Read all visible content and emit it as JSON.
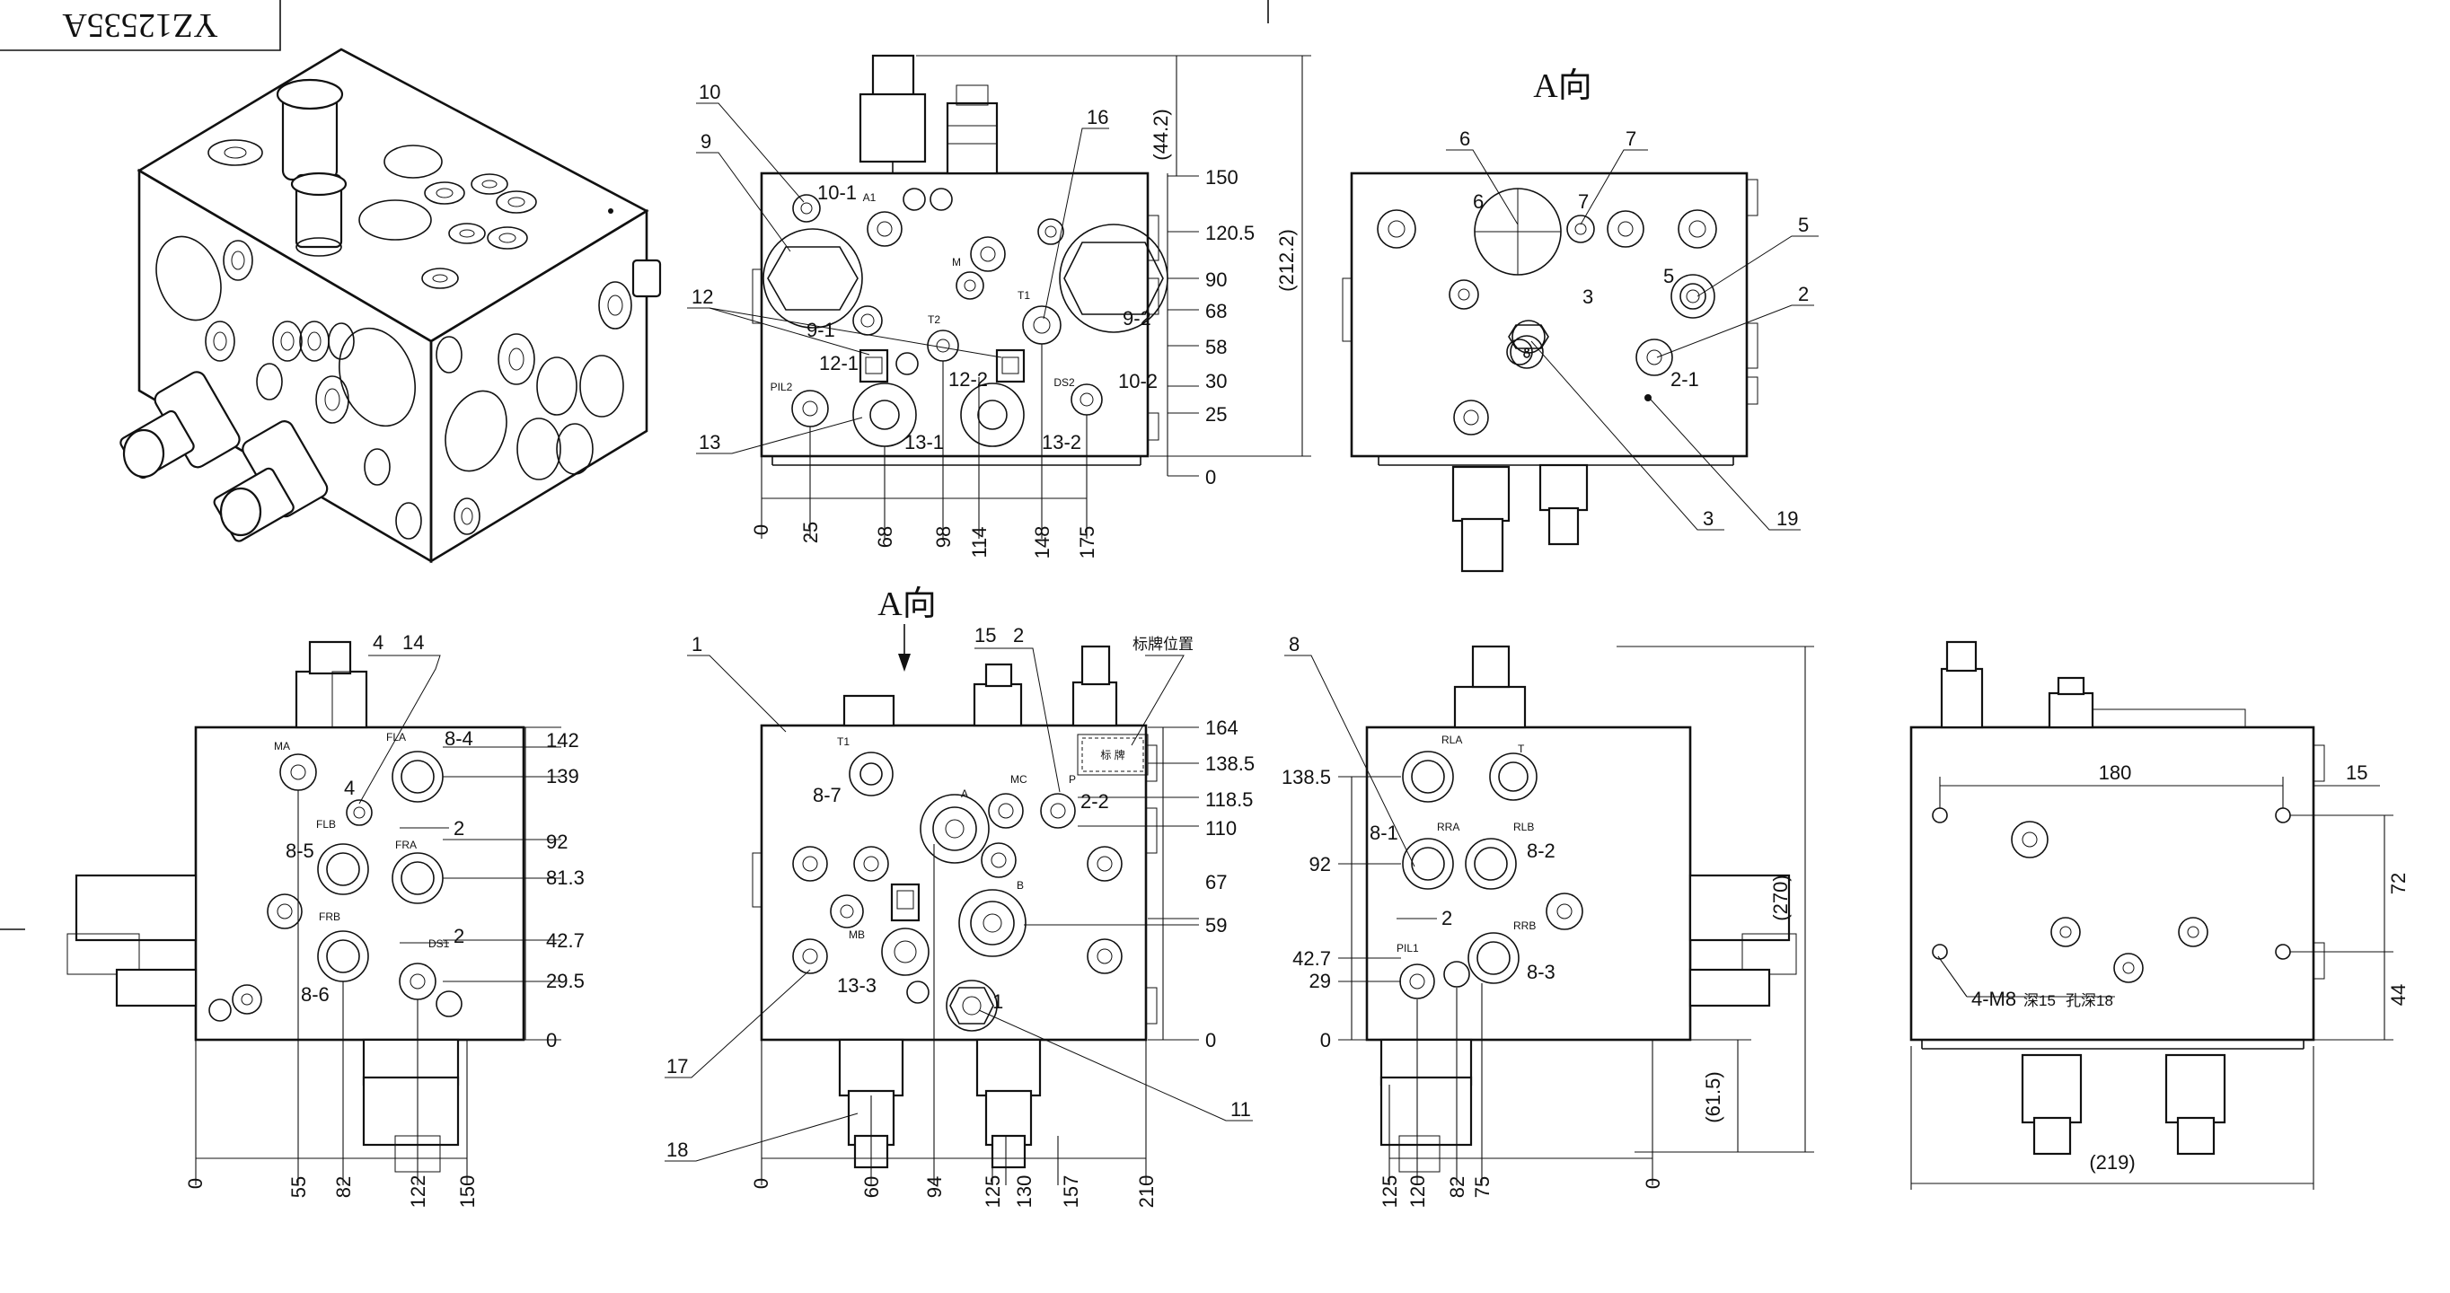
{
  "drawing_code": "YZ12535A",
  "view_a_label": "A向",
  "label_plate": "标牌位置",
  "plate_text": "标 牌",
  "hole_note_a": "4-M8",
  "hole_note_b": "深15",
  "hole_note_c": "孔深18",
  "front_top": {
    "callouts": [
      "10",
      "9",
      "12",
      "13",
      "16",
      "10-1",
      "9-1",
      "12-1",
      "13-1",
      "12-2",
      "13-2",
      "9-2",
      "10-2"
    ],
    "ports": [
      "A1",
      "M",
      "T1",
      "T2",
      "PIL2",
      "DS2"
    ],
    "v_dims": [
      "150",
      "120.5",
      "90",
      "68",
      "58",
      "30",
      "25",
      "0"
    ],
    "v_dims_paren": [
      "(44.2)",
      "(212.2)"
    ],
    "h_dims": [
      "0",
      "25",
      "68",
      "98",
      "114",
      "148",
      "175"
    ]
  },
  "side_top": {
    "callouts": [
      "6",
      "7",
      "5",
      "2",
      "3",
      "19",
      "6",
      "7",
      "5",
      "3",
      "2-1"
    ]
  },
  "left_view": {
    "callouts": [
      "4",
      "14",
      "8-4",
      "8-5",
      "8-6",
      "4"
    ],
    "ports": [
      "MA",
      "FLA",
      "FLB",
      "FRA",
      "FRB",
      "DS1"
    ],
    "v_dims": [
      "142",
      "139",
      "92",
      "81.3",
      "42.7",
      "29.5",
      "0"
    ],
    "small_dims": [
      "2",
      "2"
    ],
    "h_dims": [
      "0",
      "55",
      "82",
      "122",
      "150"
    ]
  },
  "front_view": {
    "callouts": [
      "1",
      "15",
      "2",
      "17",
      "18",
      "11",
      "8-7",
      "2-2",
      "13-3",
      "1"
    ],
    "ports": [
      "T1",
      "A",
      "MC",
      "P",
      "B",
      "MB"
    ],
    "v_dims": [
      "164",
      "138.5",
      "118.5",
      "110",
      "67",
      "59",
      "0"
    ],
    "h_dims": [
      "0",
      "60",
      "94",
      "125",
      "130",
      "157",
      "210"
    ]
  },
  "right_view": {
    "callouts": [
      "8",
      "8-1",
      "8-2",
      "8-3"
    ],
    "ports": [
      "RLA",
      "T",
      "RRA",
      "RLB",
      "RRB",
      "PIL1"
    ],
    "v_dims": [
      "138.5",
      "92",
      "42.7",
      "29",
      "0"
    ],
    "v_dims_paren": [
      "(270)",
      "(61.5)"
    ],
    "small_dims": [
      "2"
    ],
    "h_dims": [
      "125",
      "120",
      "82",
      "75",
      "0"
    ]
  },
  "bottom_view": {
    "dims": [
      "180",
      "15",
      "72",
      "44",
      "(219)"
    ]
  }
}
